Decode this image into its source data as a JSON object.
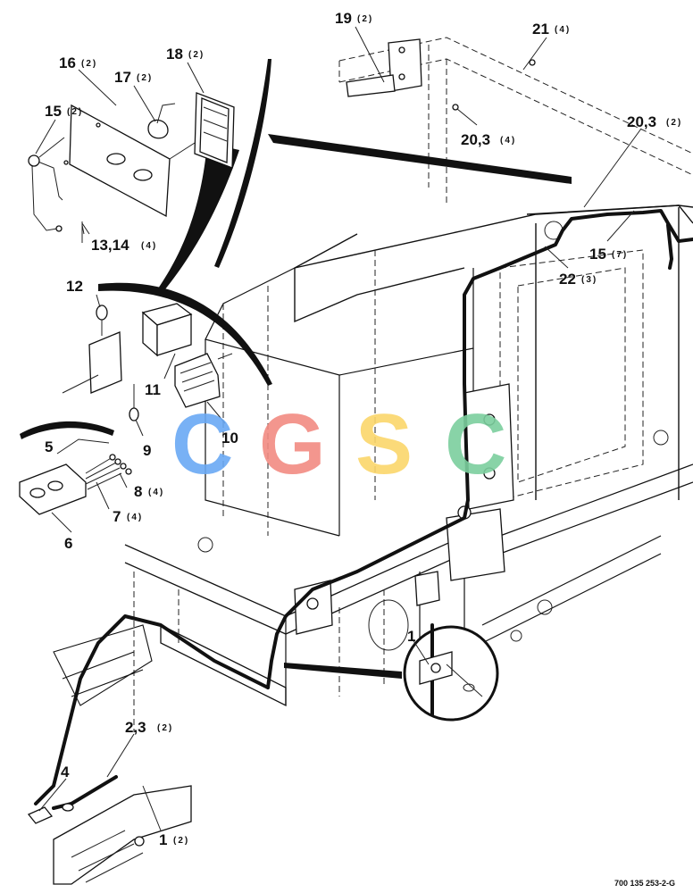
{
  "document_number": "700 135 253-2-G",
  "watermark": {
    "letters": [
      {
        "char": "C",
        "color": "#6aa9f4"
      },
      {
        "char": "G",
        "color": "#f28b82"
      },
      {
        "char": "S",
        "color": "#fbd66b"
      },
      {
        "char": "C",
        "color": "#7ccf9e"
      }
    ]
  },
  "callouts": [
    {
      "id": "c19",
      "label": "19",
      "qty": "(2)"
    },
    {
      "id": "c21",
      "label": "21",
      "qty": "(4)"
    },
    {
      "id": "c16",
      "label": "16",
      "qty": "(2)"
    },
    {
      "id": "c18",
      "label": "18",
      "qty": "(2)"
    },
    {
      "id": "c17",
      "label": "17",
      "qty": "(2)"
    },
    {
      "id": "c15a",
      "label": "15",
      "qty": "(2)"
    },
    {
      "id": "c20a",
      "label": "20,3",
      "qty": "(4)"
    },
    {
      "id": "c20b",
      "label": "20,3",
      "qty": "(2)"
    },
    {
      "id": "c13",
      "label": "13,14",
      "qty": "(4)"
    },
    {
      "id": "c15b",
      "label": "15",
      "qty": "(7)"
    },
    {
      "id": "c12",
      "label": "12",
      "qty": ""
    },
    {
      "id": "c22",
      "label": "22",
      "qty": "(3)"
    },
    {
      "id": "c11",
      "label": "11",
      "qty": ""
    },
    {
      "id": "c10",
      "label": "10",
      "qty": ""
    },
    {
      "id": "c9",
      "label": "9",
      "qty": ""
    },
    {
      "id": "c5",
      "label": "5",
      "qty": ""
    },
    {
      "id": "c8",
      "label": "8",
      "qty": "(4)"
    },
    {
      "id": "c7",
      "label": "7",
      "qty": "(4)"
    },
    {
      "id": "c6",
      "label": "6",
      "qty": ""
    },
    {
      "id": "c1a",
      "label": "1",
      "qty": ""
    },
    {
      "id": "c2",
      "label": "2,3",
      "qty": "(2)"
    },
    {
      "id": "c4",
      "label": "4",
      "qty": ""
    },
    {
      "id": "c1b",
      "label": "1",
      "qty": "(2)"
    }
  ]
}
